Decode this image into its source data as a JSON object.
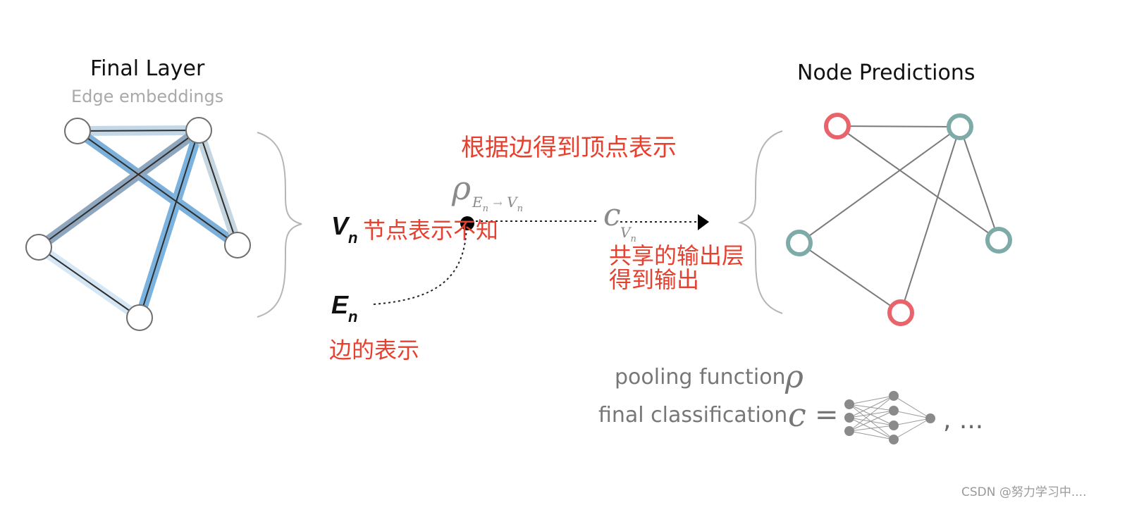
{
  "left_graph": {
    "title": "Final Layer",
    "subtitle": "Edge embeddings"
  },
  "right_graph": {
    "title": "Node Predictions"
  },
  "math": {
    "v_main": "V",
    "v_sub": "n",
    "e_main": "E",
    "e_sub": "n",
    "rho": "ρ",
    "rho_sub_e": "E",
    "rho_sub_e_sub": "n",
    "rho_arrow": "→",
    "rho_sub_v": "V",
    "rho_sub_v_sub": "n",
    "c": "c",
    "c_sub_v": "V",
    "c_sub_v_sub": "n"
  },
  "annotations": {
    "top_center": "根据边得到顶点表示",
    "node_unknown": "节点表示不知",
    "edge_repr": "边的表示",
    "shared_output_line1": "共享的输出层",
    "shared_output_line2": "得到输出"
  },
  "legend": {
    "pooling_label": "pooling function",
    "pooling_symbol": "ρ",
    "classification_label": "final classification",
    "classification_symbol": "c",
    "equals": "=",
    "ellipsis": ", ..."
  },
  "colors": {
    "node_red": "#e8636a",
    "node_teal": "#7eaaa7",
    "edge_blue": "#6fa6d2",
    "edge_grey": "#7a7a7a",
    "annotation_red": "#e8402f"
  },
  "watermark": "CSDN @努力学习中...."
}
